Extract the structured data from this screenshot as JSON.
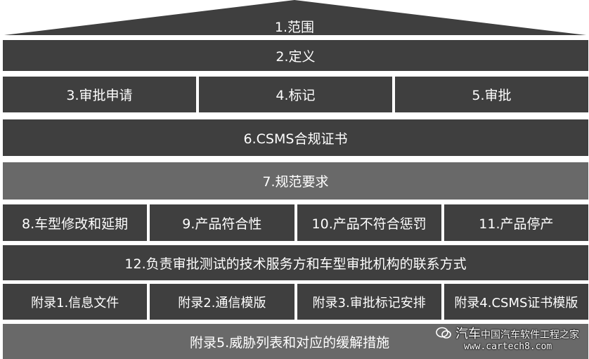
{
  "diagram": {
    "roof": {
      "label": "1.范围"
    },
    "row_definition": {
      "label": "2.定义"
    },
    "row_approval": [
      "3.审批申请",
      "4.标记",
      "5.审批"
    ],
    "row_certificate": {
      "label": "6.CSMS合规证书"
    },
    "row_requirements": {
      "label": "7.规范要求"
    },
    "row_conformity": [
      "8.车型修改和延期",
      "9.产品符合性",
      "10.产品不符合惩罚",
      "11.产品停产"
    ],
    "row_contacts": {
      "label": "12.负责审批测试的技术服务方和车型审批机构的联系方式"
    },
    "row_annexes": [
      "附录1.信息文件",
      "附录2.通信模版",
      "附录3.审批标记安排",
      "附录4.CSMS证书模版"
    ],
    "row_threats": {
      "label": "附录5.威胁列表和对应的缓解措施"
    }
  },
  "watermark": {
    "line1": "汽车",
    "line1_rest": "中国汽车软件工程之家",
    "url": "www.cartech8.com"
  },
  "colors": {
    "dark_block": "#3f3f3f",
    "mid_block": "#696969",
    "text": "#ffffff"
  }
}
